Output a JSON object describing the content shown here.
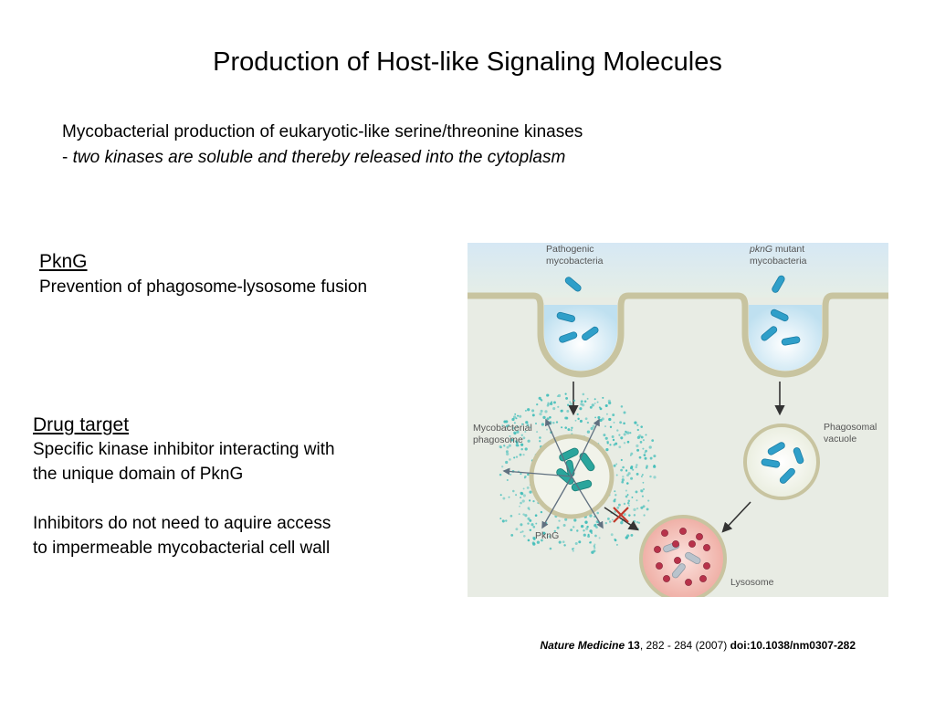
{
  "title": "Production of Host-like Signaling Molecules",
  "intro": {
    "line1": "Mycobacterial production of eukaryotic-like serine/threonine kinases",
    "dash": "- ",
    "line2": "two kinases are soluble and thereby released into the cytoplasm"
  },
  "pkng": {
    "heading": "PknG",
    "text": "Prevention of phagosome-lysosome fusion"
  },
  "drug": {
    "heading": "Drug target",
    "line1": "Specific kinase inhibitor interacting with",
    "line2": "the unique domain of PknG",
    "line3": "Inhibitors do not need to aquire access",
    "line4": "to impermeable mycobacterial cell wall"
  },
  "figure": {
    "pathogenic_line1": "Pathogenic",
    "pathogenic_line2": "mycobacteria",
    "mutant_italic": "pknG",
    "mutant_rest": " mutant",
    "mutant_line2": "mycobacteria",
    "myco_phagosome_line1": "Mycobacterial",
    "myco_phagosome_line2": "phagosome",
    "pkng_label": "PknG",
    "phagosomal_line1": "Phagosomal",
    "phagosomal_line2": "vacuole",
    "lysosome_label": "Lysosome",
    "colors": {
      "background": "#e8ece4",
      "sky": "#ddebf5",
      "bacteria": "#2f9fc9",
      "pkng_dots": "#3cbcb8",
      "lysosome_fill": "#f2c4bd",
      "lysosome_dots": "#b8324a",
      "block_mark": "#c0392b"
    }
  },
  "citation": {
    "journal": "Nature Medicine",
    "volume": "13",
    "pages": ", 282 - 284 (2007) ",
    "doi": "doi:10.1038/nm0307-282"
  }
}
